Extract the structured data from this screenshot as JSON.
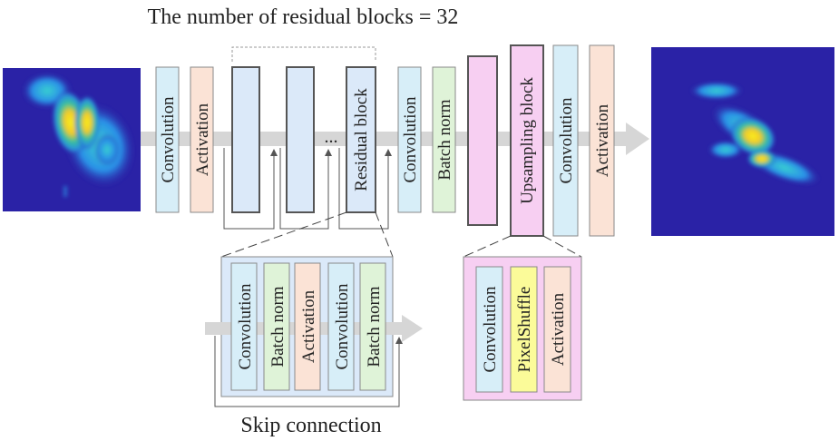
{
  "title": "The number of residual blocks = 32",
  "skip_label": "Skip connection",
  "ellipsis": "...",
  "colors": {
    "convolution": "#d7eef8",
    "activation": "#fbe3d6",
    "batch_norm": "#dff3d8",
    "residual": "#dbe9f9",
    "upsampling": "#f7cff2",
    "pixelshuffle": "#fbfb99",
    "arrow": "#d6d6d6",
    "heat_bg": "#2a22a6"
  },
  "main": {
    "convolution_1": "Convolution",
    "activation_1": "Activation",
    "residual_block": "Residual block",
    "convolution_2": "Convolution",
    "batch_norm": "Batch norm",
    "upsampling_block": "Upsampling block",
    "convolution_3": "Convolution",
    "activation_2": "Activation"
  },
  "residual_detail": {
    "convolution_1": "Convolution",
    "batch_norm_1": "Batch norm",
    "activation": "Activation",
    "convolution_2": "Convolution",
    "batch_norm_2": "Batch norm"
  },
  "upsampling_detail": {
    "convolution": "Convolution",
    "pixelshuffle": "PixelShuffle",
    "activation": "Activation"
  }
}
